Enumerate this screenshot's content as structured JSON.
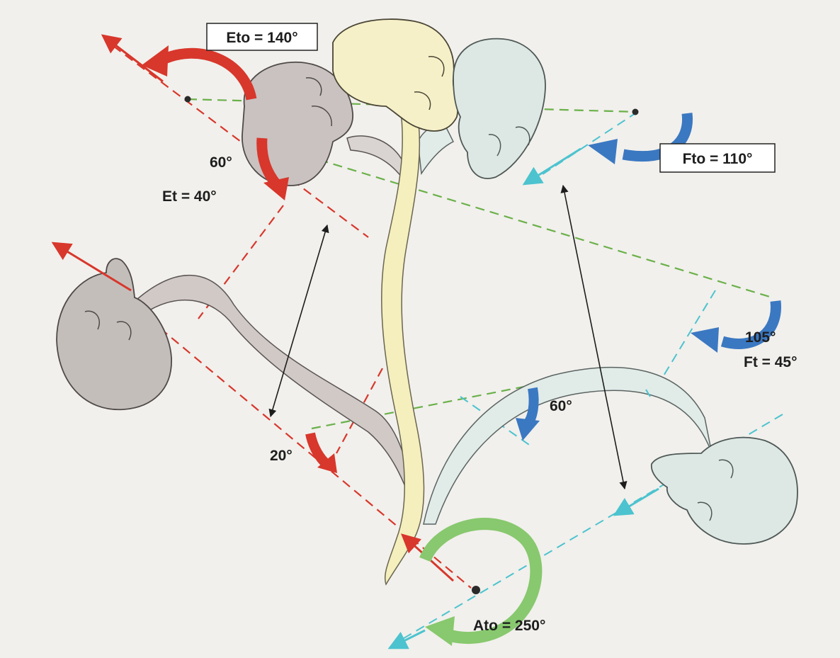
{
  "labels": {
    "eto": "Eto = 140°",
    "fto": "Fto = 110°",
    "ato": "Ato = 250°",
    "e60": "60°",
    "et": "Et = 40°",
    "f105": "105°",
    "ft": "Ft = 45°",
    "f60": "60°",
    "e20": "20°"
  },
  "colors": {
    "extension": "#d8372c",
    "flexion": "#3b78c2",
    "axis": "#4cc3cf",
    "reference": "#6bb04a",
    "spine_neutral": "#f4efbd",
    "skull_neutral": "#f6f0c8",
    "skull_extension": "#c9c2c0",
    "skull_flexion": "#dde8e4",
    "arrow_ato": "#88c86e"
  }
}
